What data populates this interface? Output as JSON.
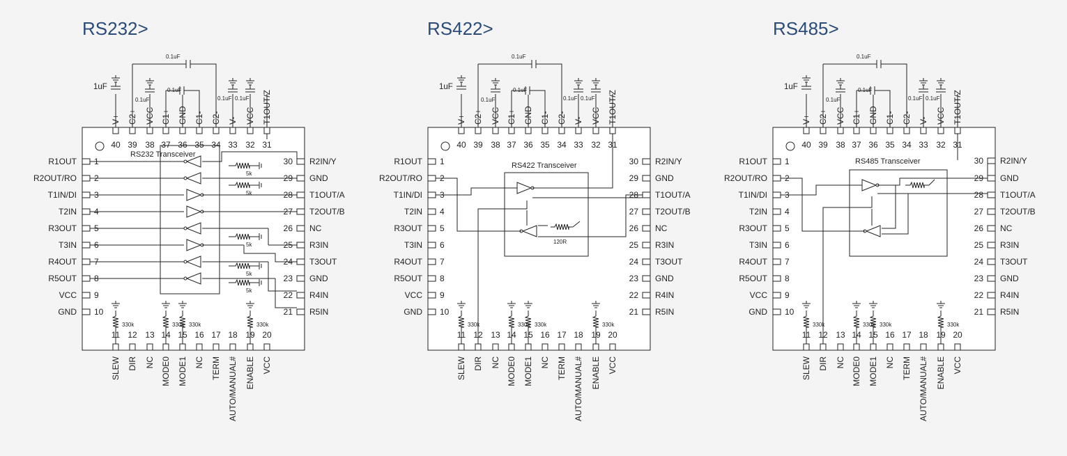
{
  "diagrams": [
    {
      "title": "RS232>",
      "chip_label": "RS232 Transceiver",
      "top_pins": [
        {
          "num": "40",
          "name": "V+"
        },
        {
          "num": "39",
          "name": "C2+"
        },
        {
          "num": "38",
          "name": "VCC"
        },
        {
          "num": "37",
          "name": "C1+"
        },
        {
          "num": "36",
          "name": "GND"
        },
        {
          "num": "35",
          "name": "C1-"
        },
        {
          "num": "34",
          "name": "C2-"
        },
        {
          "num": "33",
          "name": "V-"
        },
        {
          "num": "32",
          "name": "VCC"
        },
        {
          "num": "31",
          "name": "T1OUT/Z"
        }
      ],
      "left_pins": [
        {
          "num": "1",
          "name": "R1OUT"
        },
        {
          "num": "2",
          "name": "R2OUT/RO"
        },
        {
          "num": "3",
          "name": "T1IN/DI"
        },
        {
          "num": "4",
          "name": "T2IN"
        },
        {
          "num": "5",
          "name": "R3OUT"
        },
        {
          "num": "6",
          "name": "T3IN"
        },
        {
          "num": "7",
          "name": "R4OUT"
        },
        {
          "num": "8",
          "name": "R5OUT"
        },
        {
          "num": "9",
          "name": "VCC"
        },
        {
          "num": "10",
          "name": "GND"
        }
      ],
      "right_pins": [
        {
          "num": "30",
          "name": "R2IN/Y"
        },
        {
          "num": "29",
          "name": "GND"
        },
        {
          "num": "28",
          "name": "T1OUT/A"
        },
        {
          "num": "27",
          "name": "T2OUT/B"
        },
        {
          "num": "26",
          "name": "NC"
        },
        {
          "num": "25",
          "name": "R3IN"
        },
        {
          "num": "24",
          "name": "T3OUT"
        },
        {
          "num": "23",
          "name": "GND"
        },
        {
          "num": "22",
          "name": "R4IN"
        },
        {
          "num": "21",
          "name": "R5IN"
        }
      ],
      "bottom_pins": [
        {
          "num": "11",
          "name": "SLEW"
        },
        {
          "num": "12",
          "name": "DIR"
        },
        {
          "num": "13",
          "name": "NC"
        },
        {
          "num": "14",
          "name": "MODE0"
        },
        {
          "num": "15",
          "name": "MODE1"
        },
        {
          "num": "16",
          "name": "NC"
        },
        {
          "num": "17",
          "name": "TERM"
        },
        {
          "num": "18",
          "name": "AUTO/MANUAL#"
        },
        {
          "num": "19",
          "name": "ENABLE"
        },
        {
          "num": "20",
          "name": "VCC"
        }
      ],
      "cap_top": "0.1uF",
      "cap_mid": "0.1uF",
      "cap_big": "1uF",
      "cap_small": [
        "0.1uF",
        "0.1uF",
        "0.1uF"
      ],
      "resistors": [
        "5k",
        "5k",
        "5k",
        "5k",
        "5k"
      ],
      "pullups": [
        "330k",
        "330k",
        "330k",
        "330k"
      ]
    },
    {
      "title": "RS422>",
      "chip_label": "RS422 Transceiver",
      "top_pins": [
        {
          "num": "40",
          "name": "V+"
        },
        {
          "num": "39",
          "name": "C2+"
        },
        {
          "num": "38",
          "name": "VCC"
        },
        {
          "num": "37",
          "name": "C1+"
        },
        {
          "num": "36",
          "name": "GND"
        },
        {
          "num": "35",
          "name": "C1-"
        },
        {
          "num": "34",
          "name": "C2-"
        },
        {
          "num": "33",
          "name": "V-"
        },
        {
          "num": "32",
          "name": "VCC"
        },
        {
          "num": "31",
          "name": "T1OUT/Z"
        }
      ],
      "left_pins": [
        {
          "num": "1",
          "name": "R1OUT"
        },
        {
          "num": "2",
          "name": "R2OUT/RO"
        },
        {
          "num": "3",
          "name": "T1IN/DI"
        },
        {
          "num": "4",
          "name": "T2IN"
        },
        {
          "num": "5",
          "name": "R3OUT"
        },
        {
          "num": "6",
          "name": "T3IN"
        },
        {
          "num": "7",
          "name": "R4OUT"
        },
        {
          "num": "8",
          "name": "R5OUT"
        },
        {
          "num": "9",
          "name": "VCC"
        },
        {
          "num": "10",
          "name": "GND"
        }
      ],
      "right_pins": [
        {
          "num": "30",
          "name": "R2IN/Y"
        },
        {
          "num": "29",
          "name": "GND"
        },
        {
          "num": "28",
          "name": "T1OUT/A"
        },
        {
          "num": "27",
          "name": "T2OUT/B"
        },
        {
          "num": "26",
          "name": "NC"
        },
        {
          "num": "25",
          "name": "R3IN"
        },
        {
          "num": "24",
          "name": "T3OUT"
        },
        {
          "num": "23",
          "name": "GND"
        },
        {
          "num": "22",
          "name": "R4IN"
        },
        {
          "num": "21",
          "name": "R5IN"
        }
      ],
      "bottom_pins": [
        {
          "num": "11",
          "name": "SLEW"
        },
        {
          "num": "12",
          "name": "DIR"
        },
        {
          "num": "13",
          "name": "NC"
        },
        {
          "num": "14",
          "name": "MODE0"
        },
        {
          "num": "15",
          "name": "MODE1"
        },
        {
          "num": "16",
          "name": "NC"
        },
        {
          "num": "17",
          "name": "TERM"
        },
        {
          "num": "18",
          "name": "AUTO/MANUAL#"
        },
        {
          "num": "19",
          "name": "ENABLE"
        },
        {
          "num": "20",
          "name": "VCC"
        }
      ],
      "cap_top": "0.1uF",
      "cap_mid": "0.1uF",
      "cap_big": "1uF",
      "cap_small": [
        "0.1uF",
        "0.1uF",
        "0.1uF"
      ],
      "term_resistor": "120R",
      "pullups": [
        "330k",
        "330k",
        "330k",
        "330k"
      ]
    },
    {
      "title": "RS485>",
      "chip_label": "RS485 Transceiver",
      "top_pins": [
        {
          "num": "40",
          "name": "V+"
        },
        {
          "num": "39",
          "name": "C2+"
        },
        {
          "num": "38",
          "name": "VCC"
        },
        {
          "num": "37",
          "name": "C1+"
        },
        {
          "num": "36",
          "name": "GND"
        },
        {
          "num": "35",
          "name": "C1-"
        },
        {
          "num": "34",
          "name": "C2-"
        },
        {
          "num": "33",
          "name": "V-"
        },
        {
          "num": "32",
          "name": "VCC"
        },
        {
          "num": "31",
          "name": "T1OUT/Z"
        }
      ],
      "left_pins": [
        {
          "num": "1",
          "name": "R1OUT"
        },
        {
          "num": "2",
          "name": "R2OUT/RO"
        },
        {
          "num": "3",
          "name": "T1IN/DI"
        },
        {
          "num": "4",
          "name": "T2IN"
        },
        {
          "num": "5",
          "name": "R3OUT"
        },
        {
          "num": "6",
          "name": "T3IN"
        },
        {
          "num": "7",
          "name": "R4OUT"
        },
        {
          "num": "8",
          "name": "R5OUT"
        },
        {
          "num": "9",
          "name": "VCC"
        },
        {
          "num": "10",
          "name": "GND"
        }
      ],
      "right_pins": [
        {
          "num": "30",
          "name": "R2IN/Y"
        },
        {
          "num": "29",
          "name": "GND"
        },
        {
          "num": "28",
          "name": "T1OUT/A"
        },
        {
          "num": "27",
          "name": "T2OUT/B"
        },
        {
          "num": "26",
          "name": "NC"
        },
        {
          "num": "25",
          "name": "R3IN"
        },
        {
          "num": "24",
          "name": "T3OUT"
        },
        {
          "num": "23",
          "name": "GND"
        },
        {
          "num": "22",
          "name": "R4IN"
        },
        {
          "num": "21",
          "name": "R5IN"
        }
      ],
      "bottom_pins": [
        {
          "num": "11",
          "name": "SLEW"
        },
        {
          "num": "12",
          "name": "DIR"
        },
        {
          "num": "13",
          "name": "NC"
        },
        {
          "num": "14",
          "name": "MODE0"
        },
        {
          "num": "15",
          "name": "MODE1"
        },
        {
          "num": "16",
          "name": "NC"
        },
        {
          "num": "17",
          "name": "TERM"
        },
        {
          "num": "18",
          "name": "AUTO/MANUAL#"
        },
        {
          "num": "19",
          "name": "ENABLE"
        },
        {
          "num": "20",
          "name": "VCC"
        }
      ],
      "cap_top": "0.1uF",
      "cap_mid": "0.1uF",
      "cap_big": "1uF",
      "cap_small": [
        "0.1uF",
        "0.1uF",
        "0.1uF"
      ],
      "pullups": [
        "330k",
        "330k",
        "330k",
        "330k"
      ]
    }
  ]
}
